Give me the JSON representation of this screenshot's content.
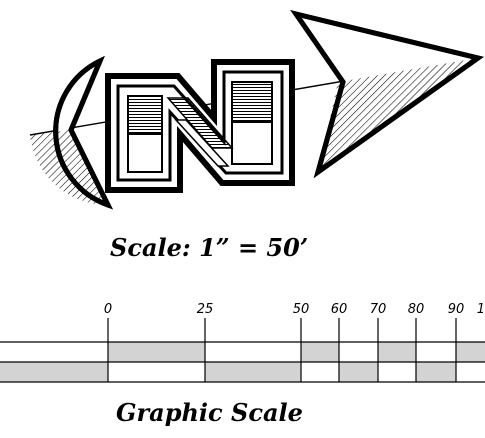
{
  "north_arrow": {
    "letter": "N",
    "pointer_icon": "north-arrow-icon"
  },
  "scale_text": "Scale: 1” = 50’",
  "graphic_scale": {
    "title": "Graphic Scale",
    "tick_labels": [
      "0",
      "25",
      "50",
      "60",
      "70",
      "80",
      "90",
      "1"
    ],
    "fill_color": "#d3d3d3",
    "line_color": "#000000"
  }
}
